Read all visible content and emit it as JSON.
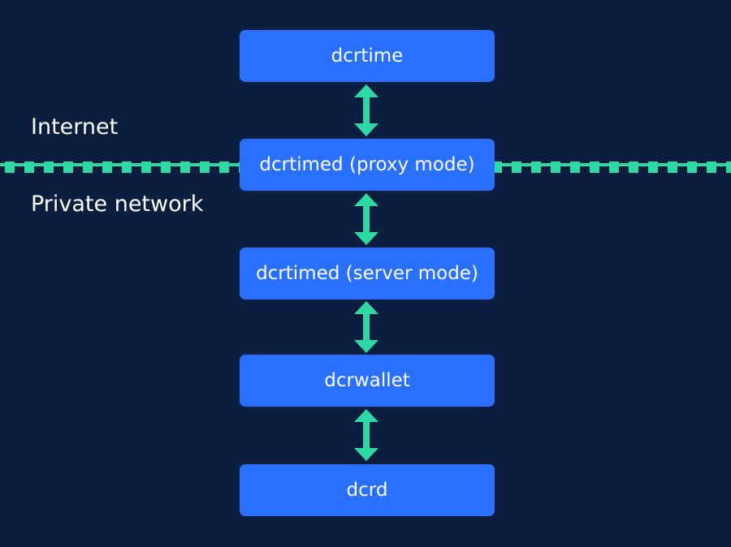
{
  "colors": {
    "background": "#0c1e40",
    "node_fill": "#2970ff",
    "connector": "#2ed8a3",
    "text": "#ffffff"
  },
  "zones": {
    "upper": "Internet",
    "lower": "Private network"
  },
  "nodes": [
    {
      "label": "dcrtime"
    },
    {
      "label": "dcrtimed (proxy mode)"
    },
    {
      "label": "dcrtimed (server mode)"
    },
    {
      "label": "dcrwallet"
    },
    {
      "label": "dcrd"
    }
  ],
  "connectors": [
    {
      "from": "dcrtime",
      "to": "dcrtimed (proxy mode)",
      "direction": "bidirectional"
    },
    {
      "from": "dcrtimed (proxy mode)",
      "to": "dcrtimed (server mode)",
      "direction": "bidirectional"
    },
    {
      "from": "dcrtimed (server mode)",
      "to": "dcrwallet",
      "direction": "bidirectional"
    },
    {
      "from": "dcrwallet",
      "to": "dcrd",
      "direction": "bidirectional"
    }
  ]
}
